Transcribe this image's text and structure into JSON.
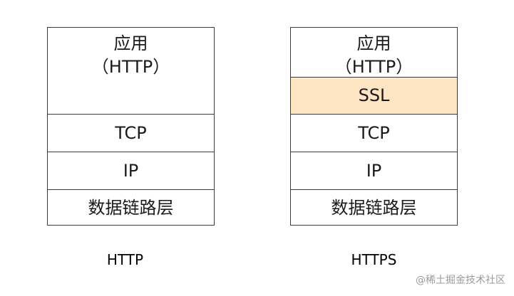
{
  "layer_colors": {
    "border": "#3a3a3a",
    "default_fill": "#ffffff",
    "ssl_fill": "#fde4c2"
  },
  "http_stack": {
    "caption": "HTTP",
    "layers": {
      "app_line1": "应用",
      "app_line2": "（HTTP）",
      "tcp": "TCP",
      "ip": "IP",
      "link": "数据链路层"
    }
  },
  "https_stack": {
    "caption": "HTTPS",
    "layers": {
      "app_line1": "应用",
      "app_line2": "（HTTP）",
      "ssl": "SSL",
      "tcp": "TCP",
      "ip": "IP",
      "link": "数据链路层"
    }
  },
  "watermark": "@稀土掘金技术社区"
}
